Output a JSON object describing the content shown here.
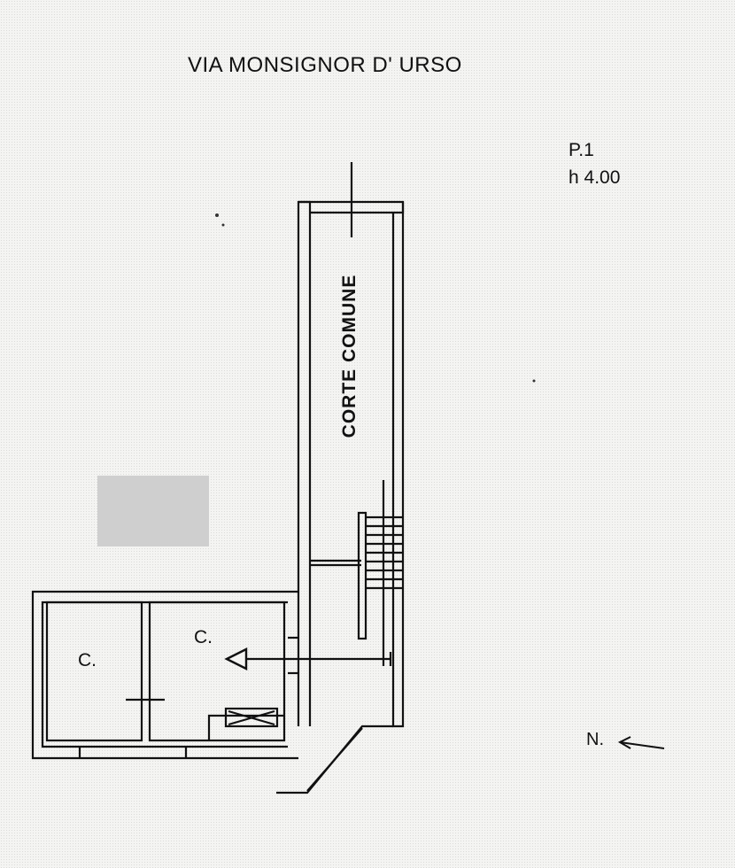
{
  "plan": {
    "street_name": "VIA MONSIGNOR D' URSO",
    "floor_label": "P.1",
    "height_label": "h 4.00",
    "court_label": "CORTE COMUNE",
    "room_labels": [
      "C.",
      "C."
    ],
    "north_label": "N."
  },
  "colors": {
    "line": "#111111",
    "background": "#f4f4f2",
    "redaction": "#cfcfcf"
  }
}
